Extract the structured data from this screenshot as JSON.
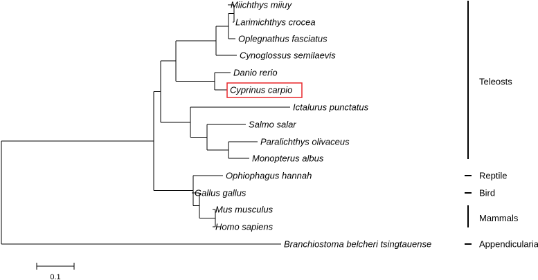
{
  "tree": {
    "taxa": [
      "Miichthys miiuy",
      "Larimichthys crocea",
      "Oplegnathus fasciatus",
      "Cynoglossus semilaevis",
      "Danio rerio",
      "Cyprinus carpio",
      "Ictalurus punctatus",
      "Salmo salar",
      "Paralichthys olivaceus",
      "Monopterus albus",
      "Ophiophagus hannah",
      "Gallus gallus",
      "Mus musculus",
      "Homo sapiens",
      "Branchiostoma belcheri tsingtauense"
    ],
    "highlighted_taxon": "Cyprinus carpio",
    "highlight_color": "#e8262a",
    "groups": [
      {
        "label": "Teleosts",
        "first_taxon": 0,
        "last_taxon": 9
      },
      {
        "label": "Reptile",
        "first_taxon": 10,
        "last_taxon": 10
      },
      {
        "label": "Bird",
        "first_taxon": 11,
        "last_taxon": 11
      },
      {
        "label": "Mammals",
        "first_taxon": 12,
        "last_taxon": 13
      },
      {
        "label": "Appendicularia",
        "first_taxon": 14,
        "last_taxon": 14
      }
    ],
    "scale_bar": {
      "length": 0.1,
      "label": "0.1"
    }
  }
}
